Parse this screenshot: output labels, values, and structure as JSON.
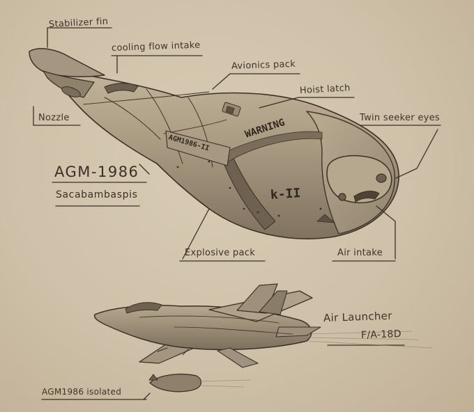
{
  "missile": {
    "designation": "AGM-1986",
    "name": "Sacabambaspis",
    "hull_markings": {
      "serial": "AGM1986-II",
      "warning": "WARNING",
      "kanji": "k-II"
    }
  },
  "callouts": {
    "stabilizer_fin": "Stabilizer fin",
    "cooling_flow_intake": "cooling flow intake",
    "avionics_pack": "Avionics pack",
    "hoist_latch": "Hoist latch",
    "twin_seeker_eyes": "Twin seeker eyes",
    "nozzle": "Nozzle",
    "explosive_pack": "Explosive pack",
    "air_intake": "Air intake"
  },
  "launcher": {
    "label": "Air Launcher",
    "aircraft": "F/A-18D"
  },
  "isolated_label": "AGM1986 isolated",
  "colors": {
    "paper": "#d2c5ad",
    "pencil": "#3a3025",
    "shade": "#8a7c66"
  }
}
